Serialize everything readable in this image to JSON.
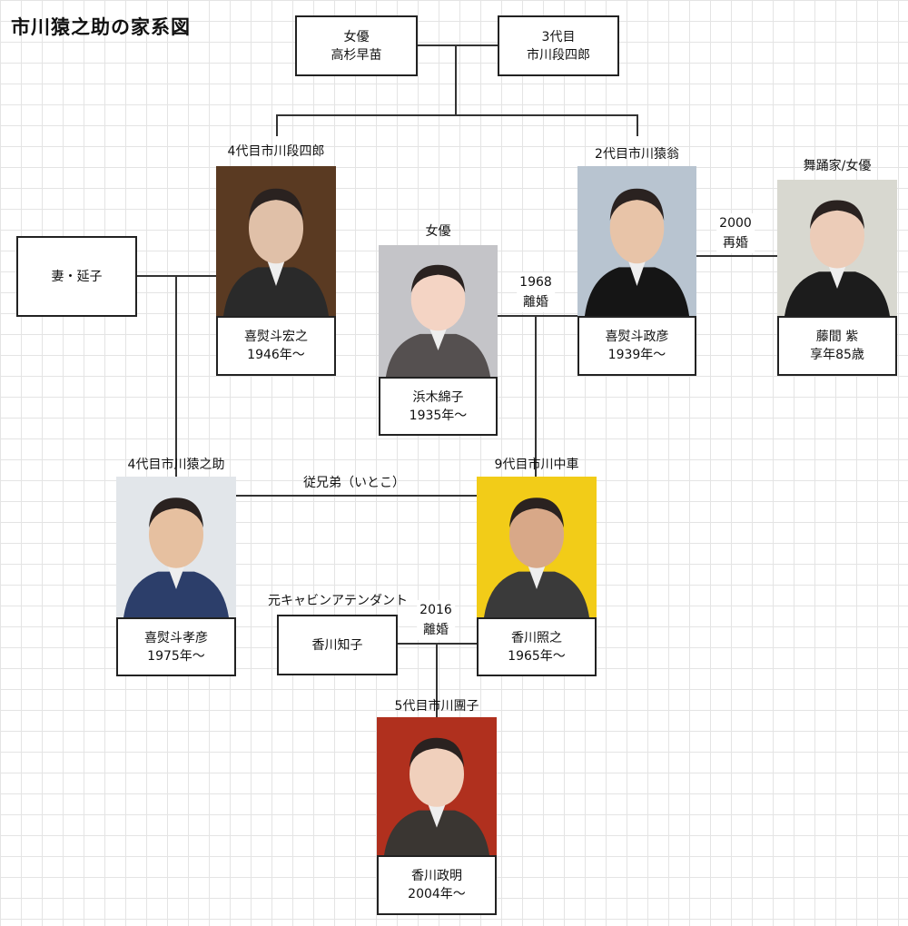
{
  "title": "市川猿之助の家系図",
  "top": {
    "takasugi": {
      "line1": "女優",
      "line2": "高杉早苗"
    },
    "danshiro3": {
      "line1": "3代目",
      "line2": "市川段四郎"
    }
  },
  "persons": {
    "hiroyuki": {
      "role": "4代目市川段四郎",
      "name": "喜熨斗宏之",
      "years": "1946年～",
      "bg": "#5a3a22",
      "skin": "#e0c0a8",
      "cloth": "#2a2a2a"
    },
    "masahiko": {
      "role": "2代目市川猿翁",
      "name": "喜熨斗政彦",
      "years": "1939年～",
      "bg": "#b8c4d0",
      "skin": "#e8c4a8",
      "cloth": "#151515"
    },
    "fujima": {
      "role": "舞踊家/女優",
      "name": "藤間 紫",
      "years": "享年85歳",
      "bg": "#d8d8d0",
      "skin": "#ecccb8",
      "cloth": "#1c1c1c"
    },
    "hamaki": {
      "role": "女優",
      "name": "浜木綿子",
      "years": "1935年～",
      "bg": "#c4c4c8",
      "skin": "#f4d4c4",
      "cloth": "#555050"
    },
    "takahiko": {
      "role": "4代目市川猿之助",
      "name": "喜熨斗孝彦",
      "years": "1975年～",
      "bg": "#e2e6ea",
      "skin": "#e6c0a0",
      "cloth": "#2c3e6a"
    },
    "teruyuki": {
      "role": "9代目市川中車",
      "name": "香川照之",
      "years": "1965年～",
      "bg": "#f2cc18",
      "skin": "#d8a888",
      "cloth": "#3a3a3a"
    },
    "masaaki": {
      "role": "5代目市川團子",
      "name": "香川政明",
      "years": "2004年～",
      "bg": "#b0301e",
      "skin": "#f0d0bc",
      "cloth": "#3a3632"
    }
  },
  "nobuko": {
    "name": "妻・延子"
  },
  "tomoko": {
    "role": "元キャビンアテンダント",
    "name": "香川知子"
  },
  "notes": {
    "divorce1968": {
      "year": "1968",
      "event": "離婚"
    },
    "remarry2000": {
      "year": "2000",
      "event": "再婚"
    },
    "divorce2016": {
      "year": "2016",
      "event": "離婚"
    },
    "cousins": "従兄弟（いとこ）"
  }
}
